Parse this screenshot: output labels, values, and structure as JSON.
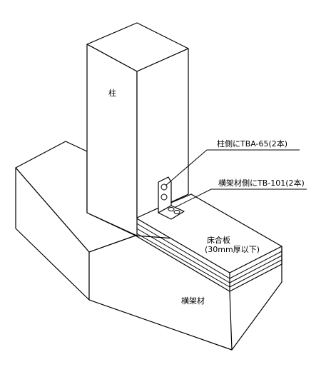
{
  "labels": {
    "column": "柱",
    "column_side_connector": "柱側にTBA-65(2本)",
    "beam_side_connector": "横架材側にTB-101(2本)",
    "floor_board_line1": "床合板",
    "floor_board_line2": "(30mm厚以下)",
    "beam": "横架材"
  }
}
